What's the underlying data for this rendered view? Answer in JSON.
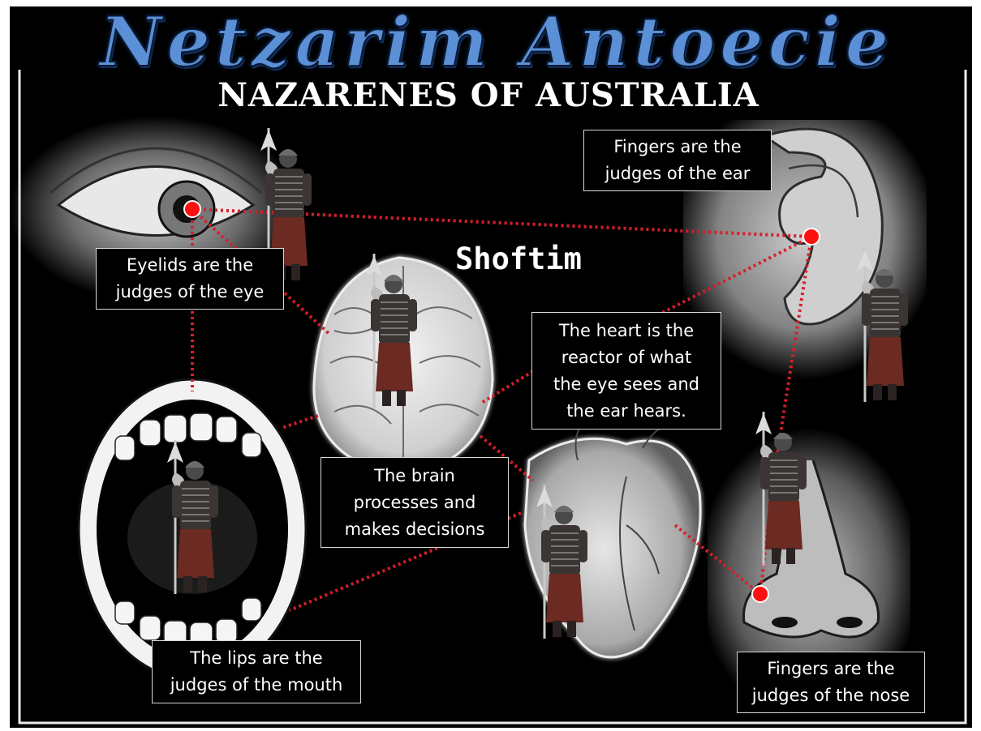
{
  "header": {
    "brand": "Netzarim Antoecie",
    "subtitle": "NAZARENES OF AUSTRALIA"
  },
  "diagram": {
    "title": "Shoftim",
    "labels": {
      "eye": [
        "Eyelids are the",
        "judges of the eye"
      ],
      "ear": [
        "Fingers are the",
        "judges of the ear"
      ],
      "heart": [
        "The heart is the",
        "reactor of what",
        "the eye sees and",
        "the ear hears."
      ],
      "brain": [
        "The brain",
        "processes and",
        "makes decisions"
      ],
      "mouth": [
        "The lips are the",
        "judges of the mouth"
      ],
      "nose": [
        "Fingers are the",
        "judges of the nose"
      ]
    }
  },
  "colors": {
    "background": "#000000",
    "brand": "#5b8fd6",
    "connector": "#d81e2a",
    "node": "#ff1010",
    "text": "#ffffff",
    "border": "#d8d8d8"
  }
}
